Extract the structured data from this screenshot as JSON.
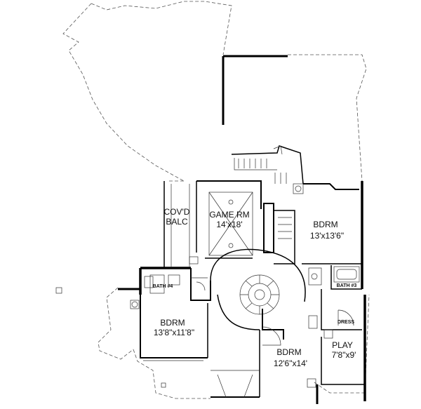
{
  "rooms": {
    "covd_balc": {
      "line1": "COV'D",
      "line2": "BALC"
    },
    "game_rm": {
      "name": "GAME RM",
      "size": "14'x18'"
    },
    "bdrm_ne": {
      "name": "BDRM",
      "size": "13'x13'6\""
    },
    "bdrm_w": {
      "name": "BDRM",
      "size": "13'8\"x11'8\""
    },
    "bdrm_s": {
      "name": "BDRM",
      "size": "12'6\"x14'"
    },
    "play": {
      "name": "PLAY",
      "size": "7'8\"x9'"
    }
  },
  "fixtures": {
    "bath4": "BATH #4",
    "bath3": "BATH #3",
    "dress": "DRESS"
  }
}
